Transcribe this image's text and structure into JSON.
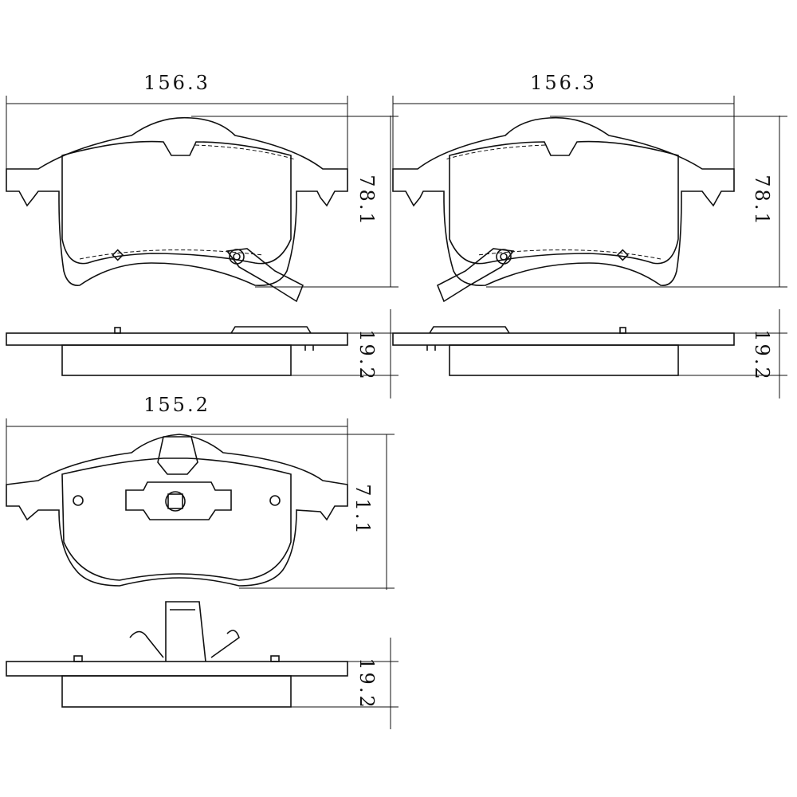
{
  "drawings": [
    {
      "name": "pad-top-left",
      "width_label": "156.3",
      "height_label": "78.1",
      "thickness_label": "19.2"
    },
    {
      "name": "pad-top-right",
      "width_label": "156.3",
      "height_label": "78.1",
      "thickness_label": "19.2"
    },
    {
      "name": "pad-bottom-left",
      "width_label": "155.2",
      "height_label": "71.1",
      "thickness_label": "19.2"
    }
  ]
}
